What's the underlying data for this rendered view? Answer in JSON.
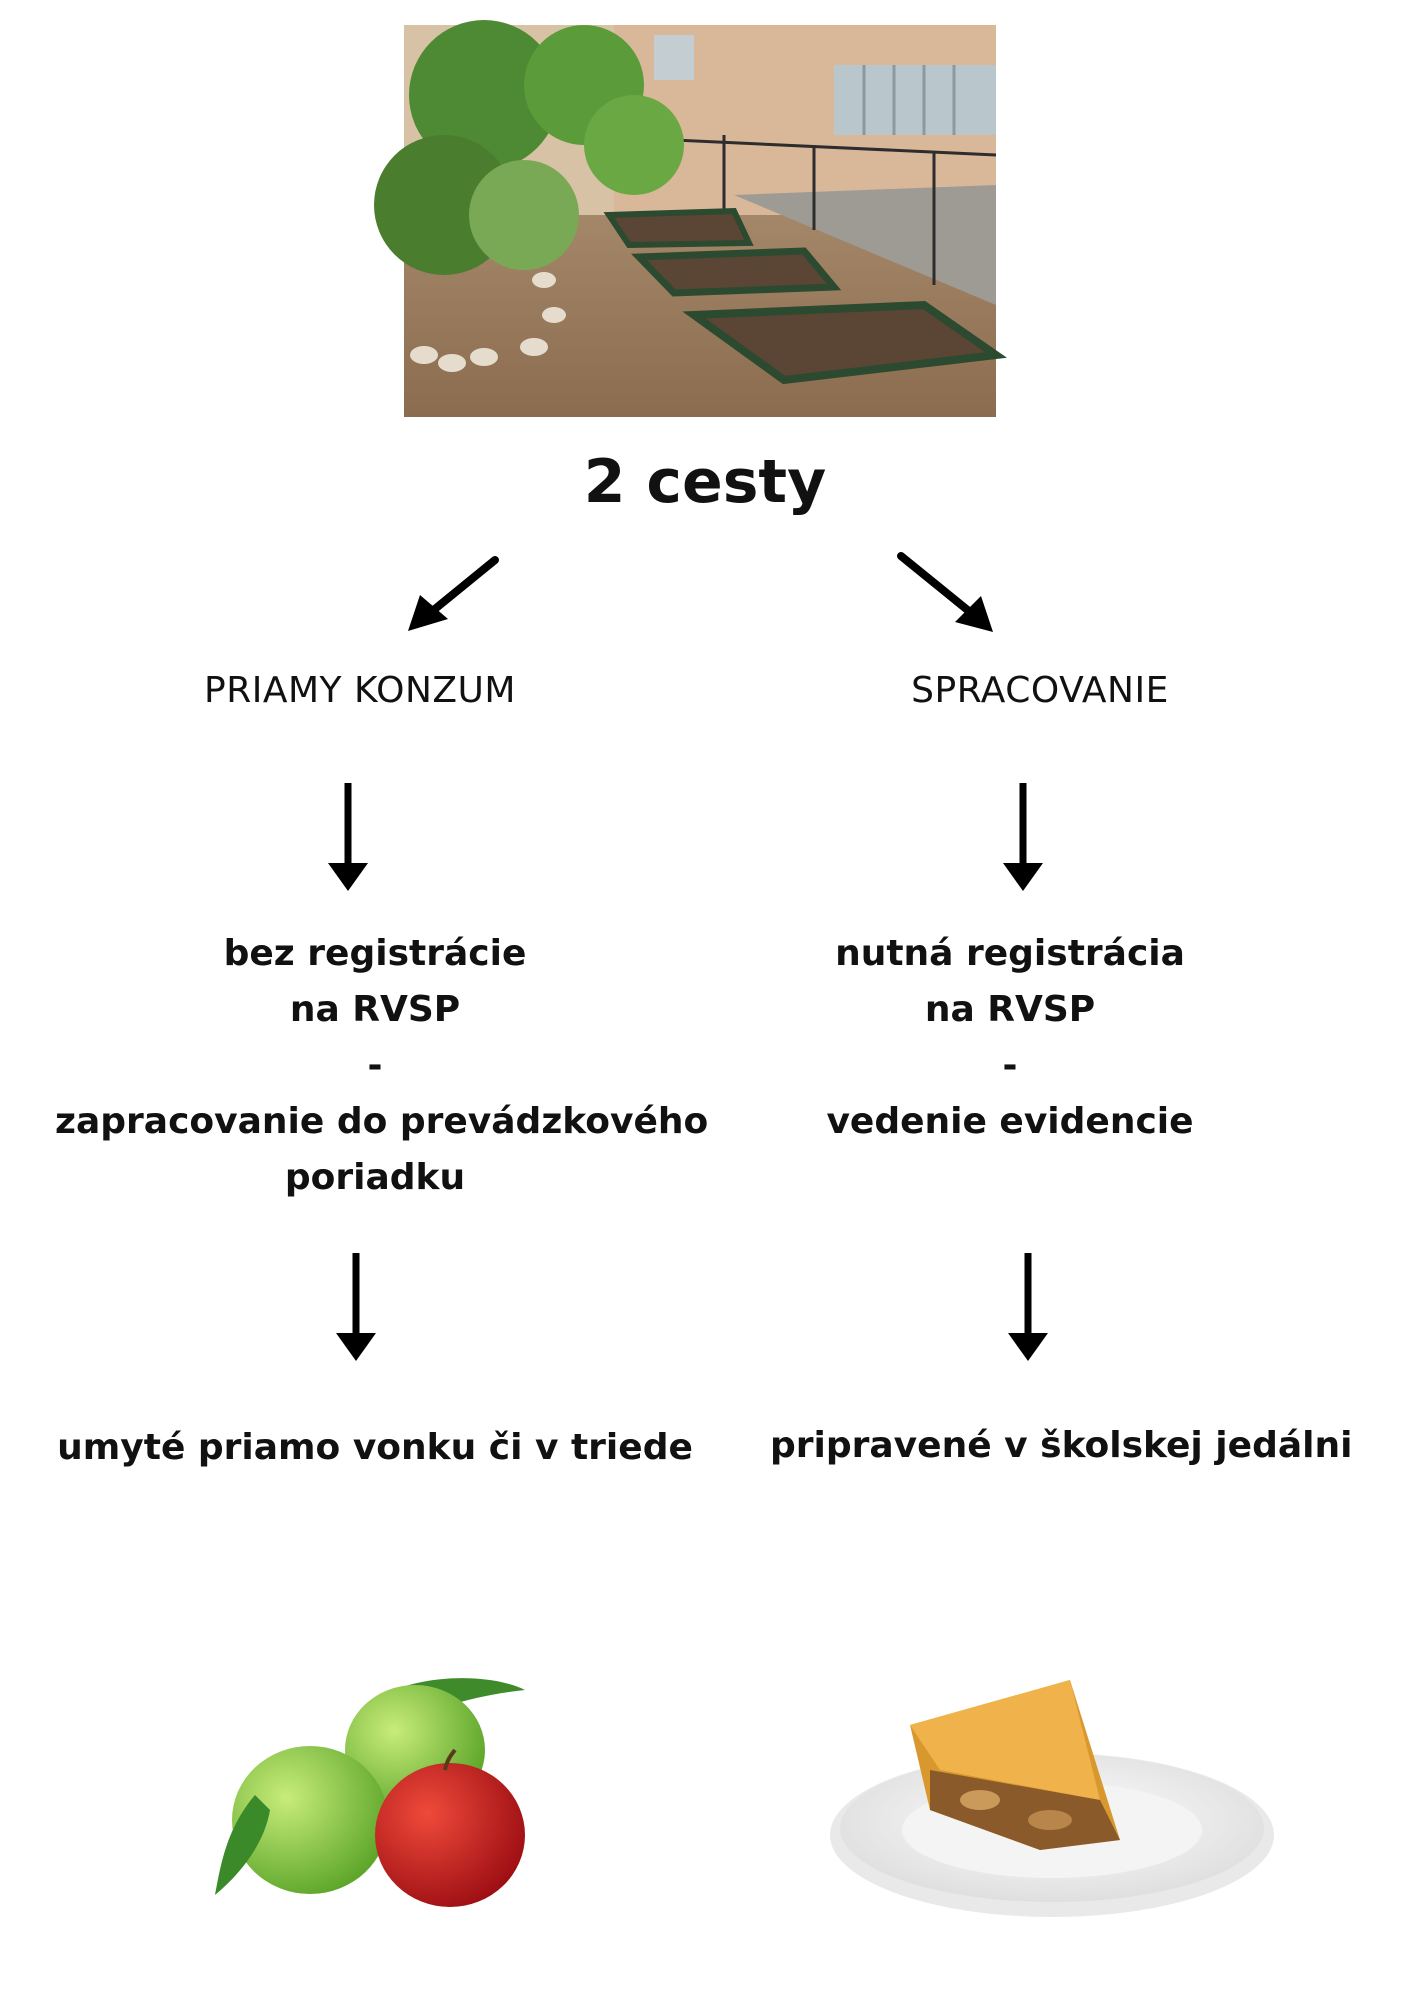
{
  "title": "2 cesty",
  "left": {
    "heading": "PRIAMY KONZUM",
    "description_lines": [
      "bez registrácie",
      "na RVSP",
      "-",
      "zapracovanie do prevádzkového",
      "poriadku"
    ],
    "result": "umyté priamo vonku či v triede"
  },
  "right": {
    "heading": "SPRACOVANIE",
    "description_lines": [
      "nutná registrácia",
      "na RVSP",
      "-",
      "vedenie evidencie"
    ],
    "result": "pripravené v školskej jedálni"
  },
  "colors": {
    "text": "#111111",
    "arrow": "#000000",
    "background": "#ffffff"
  }
}
